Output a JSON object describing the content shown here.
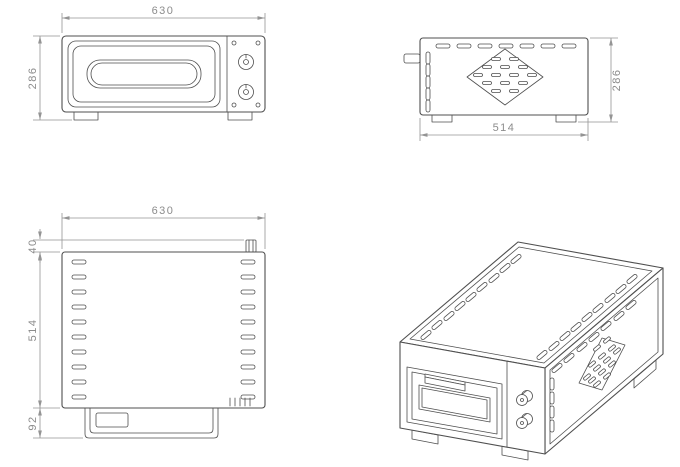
{
  "drawing_type": "technical-drawing",
  "colors": {
    "object_line": "#4f4f4f",
    "dimension_line": "#949494",
    "dimension_text": "#8c8c8c",
    "background": "#ffffff"
  },
  "views": {
    "front": {
      "width_dim": "630",
      "height_dim": "286"
    },
    "side": {
      "depth_dim": "514",
      "height_dim": "286"
    },
    "top": {
      "width_dim": "630",
      "rear_dim": "40",
      "depth_dim": "514",
      "front_dim": "92"
    }
  }
}
